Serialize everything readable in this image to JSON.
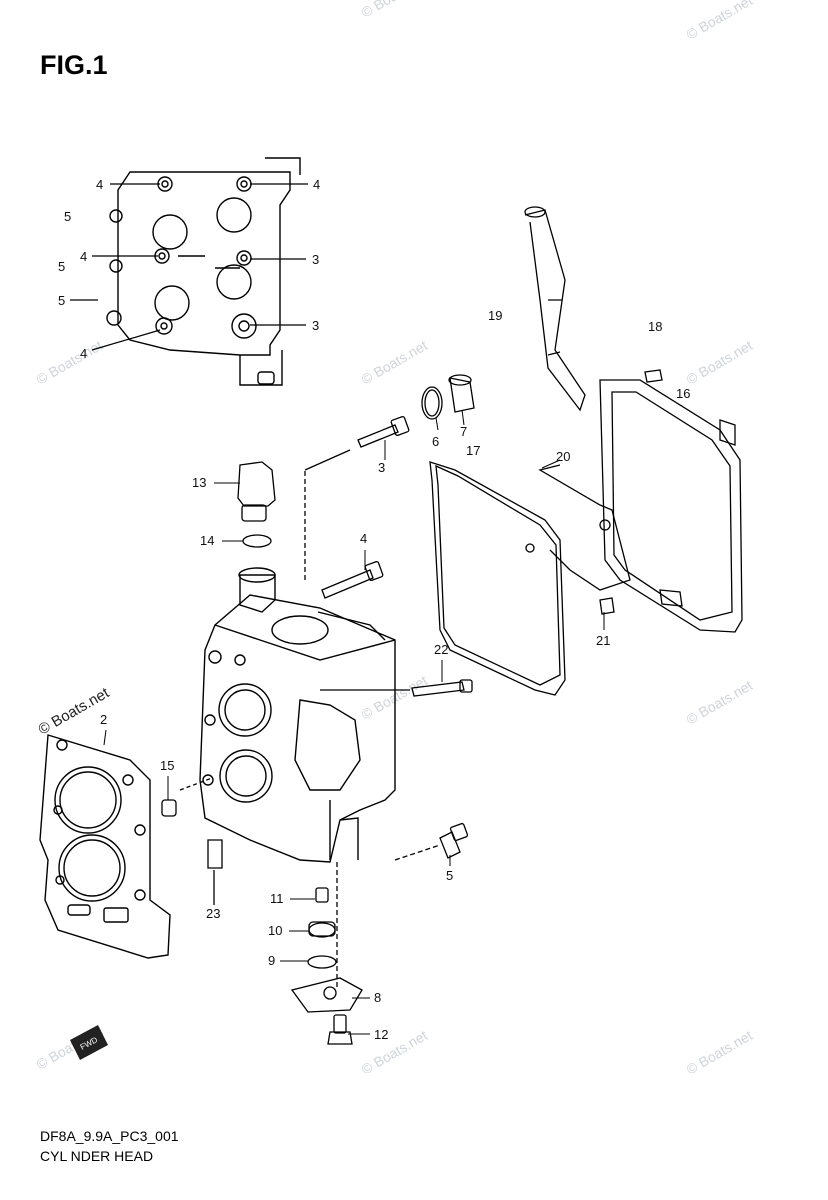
{
  "figure_title": "FIG.1",
  "watermark": "© Boats.net",
  "callouts": [
    "2",
    "3",
    "4",
    "5",
    "6",
    "7",
    "8",
    "9",
    "10",
    "11",
    "12",
    "13",
    "14",
    "15",
    "16",
    "17",
    "18",
    "19",
    "20",
    "21",
    "22",
    "23"
  ],
  "footer": {
    "code": "DF8A_9.9A_PC3_001",
    "title": "CYL NDER HEAD"
  },
  "fwd_label": "FWD"
}
